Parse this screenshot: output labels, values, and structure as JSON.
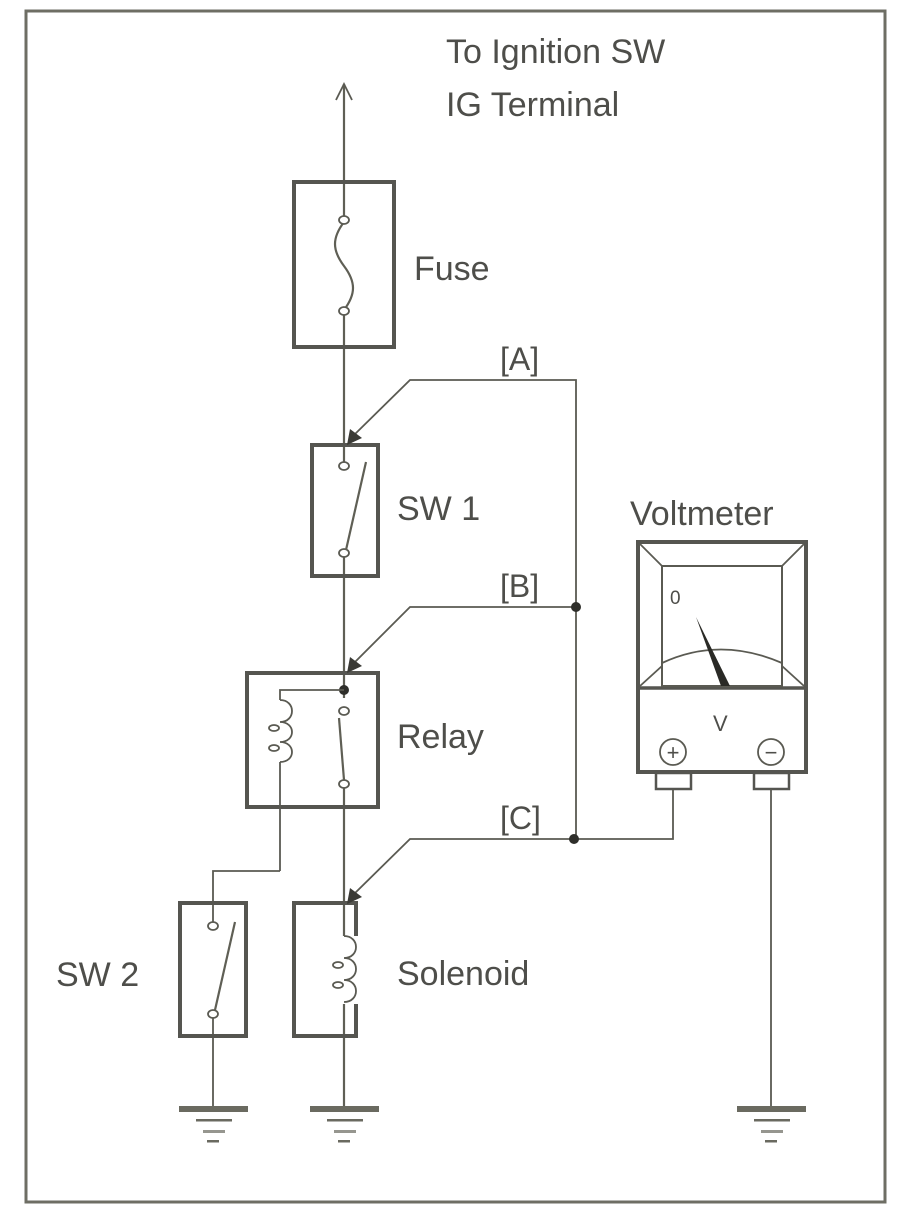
{
  "title": "Ignition circuit voltage check diagram",
  "labels": {
    "source_line1": "To Ignition SW",
    "source_line2": "IG Terminal",
    "fuse": "Fuse",
    "sw1": "SW 1",
    "relay": "Relay",
    "sw2": "SW 2",
    "solenoid": "Solenoid",
    "voltmeter": "Voltmeter",
    "meter_zero": "0",
    "meter_unit": "V",
    "meter_plus": "+",
    "meter_minus": "−",
    "point_a": "[A]",
    "point_b": "[B]",
    "point_c": "[C]"
  },
  "components": [
    {
      "id": "fuse",
      "type": "fuse"
    },
    {
      "id": "sw1",
      "type": "switch",
      "state": "open"
    },
    {
      "id": "relay",
      "type": "relay",
      "state": "open"
    },
    {
      "id": "sw2",
      "type": "switch",
      "state": "open"
    },
    {
      "id": "solenoid",
      "type": "coil"
    },
    {
      "id": "voltmeter",
      "type": "meter"
    }
  ],
  "test_points": [
    "[A]",
    "[B]",
    "[C]"
  ],
  "colors": {
    "line": "#5f5f55",
    "text": "#4e4e4a",
    "background": "#ffffff"
  }
}
